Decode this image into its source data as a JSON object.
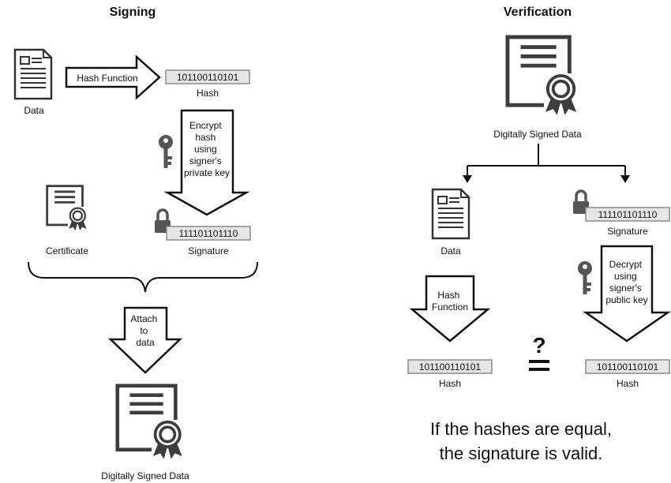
{
  "signing": {
    "title": "Signing",
    "data_label": "Data",
    "hash_function_label": "Hash Function",
    "hash_value": "101100110101",
    "hash_label": "Hash",
    "encrypt_lines": [
      "Encrypt",
      "hash",
      "using",
      "signer's",
      "private key"
    ],
    "certificate_label": "Certificate",
    "signature_value": "111101101110",
    "signature_label": "Signature",
    "attach_lines": [
      "Attach",
      "to",
      "data"
    ],
    "signed_data_label": "Digitally Signed Data"
  },
  "verification": {
    "title": "Verification",
    "signed_data_label": "Digitally Signed Data",
    "data_label": "Data",
    "signature_value": "111101101110",
    "signature_label": "Signature",
    "hash_function_lines": [
      "Hash",
      "Function"
    ],
    "decrypt_lines": [
      "Decrypt",
      "using",
      "signer's",
      "public key"
    ],
    "compare_symbol": "?",
    "hash_value_left": "101100110101",
    "hash_label_left": "Hash",
    "hash_value_right": "101100110101",
    "hash_label_right": "Hash",
    "caption_lines": [
      "If the hashes are equal,",
      "the signature is valid."
    ]
  }
}
